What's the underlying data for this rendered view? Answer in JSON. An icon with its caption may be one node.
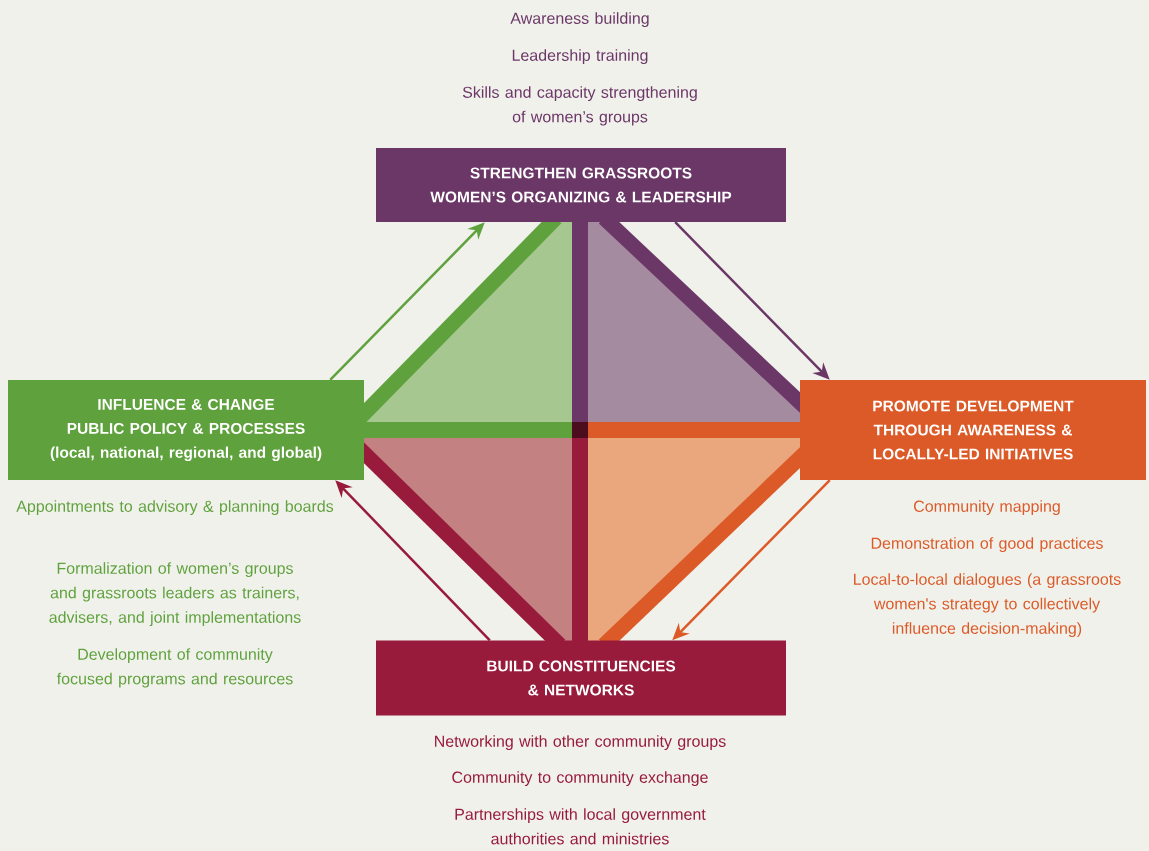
{
  "diagram": {
    "nodes": [
      {
        "text": [
          "STRENGTHEN GRASSROOTS WOMEN’S ORGANIZING & LEADERSHIP"
        ],
        "beside": [
          "Awareness building",
          "Leadership training",
          "Skills and capacity strengthening of women’s groups"
        ]
      },
      {
        "text": [
          "PROMOTE DEVELOPMENT THROUGH AWARENESS & LOCALLY-LED INITIATIVES"
        ],
        "beside": [
          "Community mapping",
          "Demonstration of good practices",
          "Local-to-local dialogues (a grassroots women's strategy to collectively influence decision-making)"
        ]
      },
      {
        "text": [
          "BUILD CONSTITUENCIES & NETWORKS"
        ],
        "beside": [
          "Networking with other community groups",
          "Community to community exchange",
          "Partnerships with local government authorities and ministries"
        ]
      },
      {
        "text": [
          "INFLUENCE & CHANGE PUBLIC POLICY & PROCESSES",
          "(local, national, regional, and global)"
        ],
        "beside": [
          "Appointments to advisory & planning boards",
          "Formalization of women’s groups and grassroots leaders as trainers, advisers, and joint implementations",
          "Development of community focused programs and resources"
        ]
      }
    ],
    "edges": [
      {
        "from": 0,
        "to": 1,
        "arrow": "to",
        "color": "#6b3767"
      },
      {
        "from": 1,
        "to": 2,
        "arrow": "to",
        "color": "#dc5a27"
      },
      {
        "from": 2,
        "to": 3,
        "arrow": "to",
        "color": "#981b3c"
      },
      {
        "from": 3,
        "to": 0,
        "arrow": "to",
        "color": "#5fa23d"
      }
    ]
  }
}
